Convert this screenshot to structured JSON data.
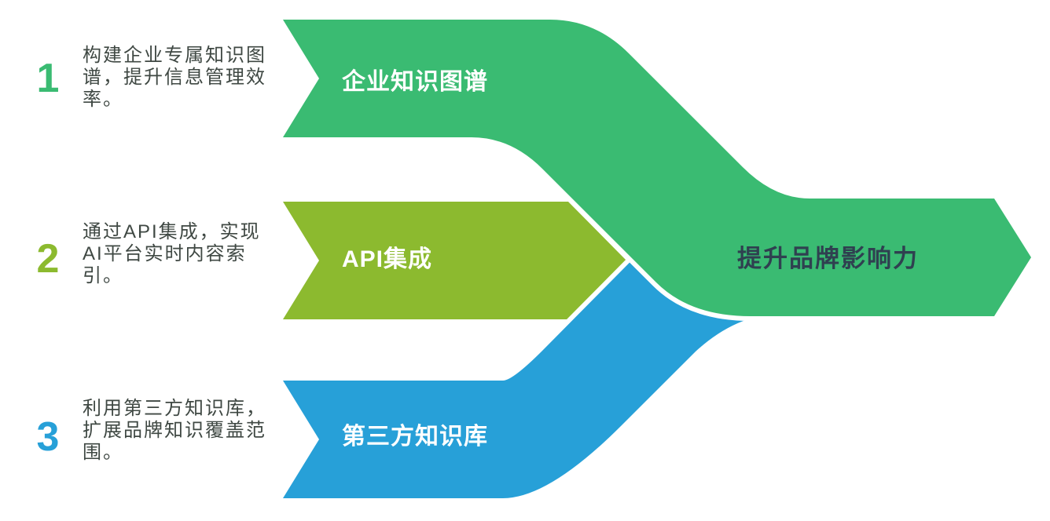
{
  "colors": {
    "green": "#3ABB72",
    "lime": "#8CBA2F",
    "blue": "#27A0D8",
    "white_gap": "#ffffff",
    "desc_text": "#3F4843",
    "result_text": "#2F4050"
  },
  "steps": [
    {
      "number": "1",
      "desc_lines": [
        "构建企业专属知识图",
        "谱，提升信息管理效",
        "率。"
      ],
      "arrow_label": "企业知识图谱"
    },
    {
      "number": "2",
      "desc_lines": [
        "通过API集成，实现",
        "AI平台实时内容索",
        "引。"
      ],
      "arrow_label": "API集成"
    },
    {
      "number": "3",
      "desc_lines": [
        "利用第三方知识库，",
        "扩展品牌知识覆盖范",
        "围。"
      ],
      "arrow_label": "第三方知识库"
    }
  ],
  "result": {
    "label": "提升品牌影响力"
  }
}
